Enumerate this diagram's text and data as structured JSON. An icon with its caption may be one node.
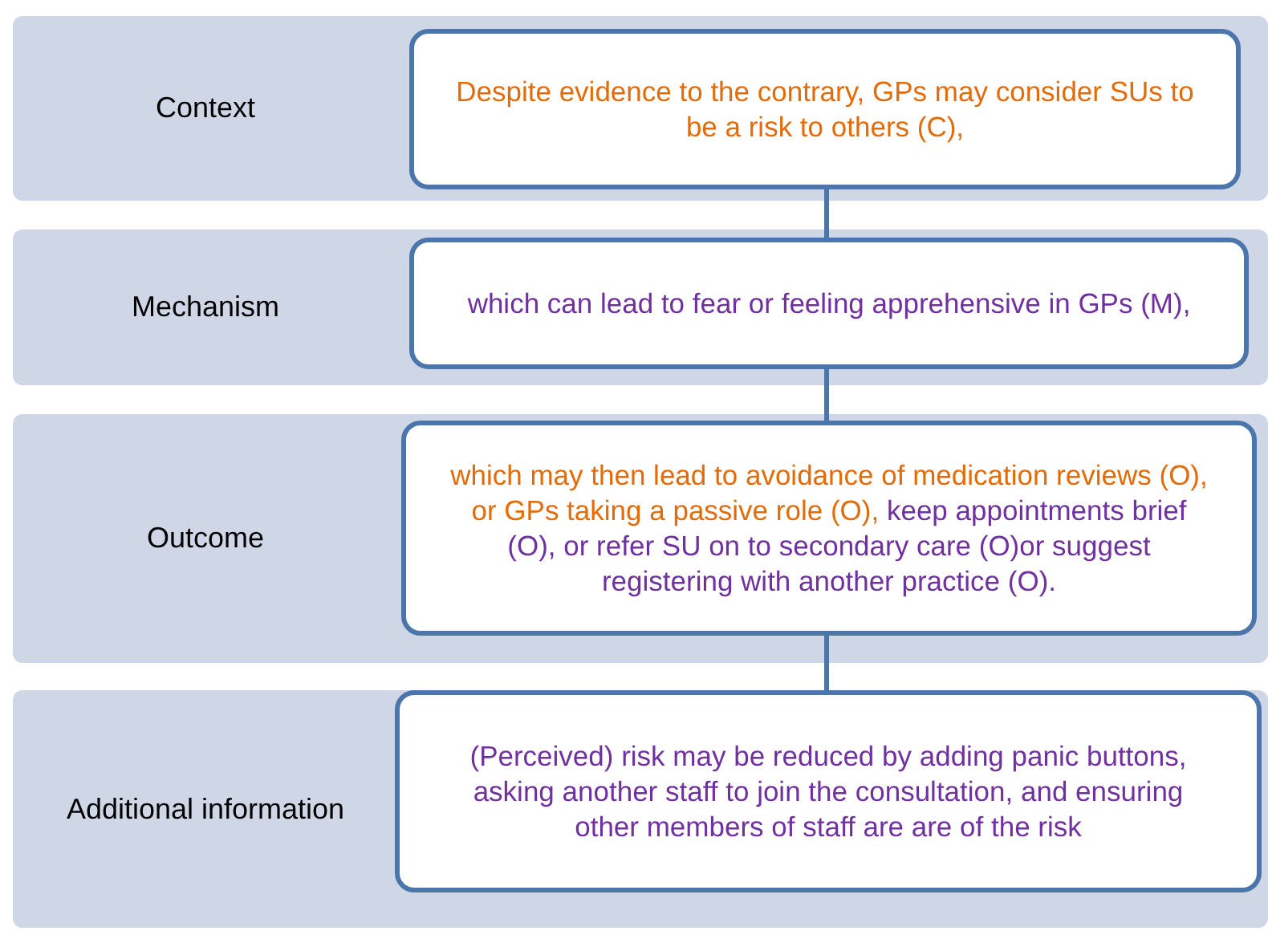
{
  "diagram": {
    "nodes": [
      {
        "text": [
          "Context"
        ]
      },
      {
        "text": [
          "Despite evidence to the contrary, GPs may consider SUs to be a risk to others (C),"
        ],
        "in": 0
      },
      {
        "text": [
          "Mechanism"
        ]
      },
      {
        "text": [
          "which can lead to fear or feeling apprehensive in GPs (M),"
        ],
        "in": 2
      },
      {
        "text": [
          "Outcome"
        ]
      },
      {
        "text": [
          "which may then lead to avoidance of medication reviews (O), or GPs taking a passive role (O),",
          "keep appointments brief (O), or refer SU on to secondary care (O)or suggest registering with another practice (O)."
        ],
        "in": 4
      },
      {
        "text": [
          "Additional information"
        ]
      },
      {
        "text": [
          "(Perceived) risk may be reduced by adding panic buttons, asking another staff to join the consultation, and ensuring other members of staff are are of the risk"
        ],
        "in": 6
      }
    ],
    "edges": [
      {
        "from": 1,
        "to": 3,
        "arrow": "none"
      },
      {
        "from": 3,
        "to": 5,
        "arrow": "none"
      },
      {
        "from": 5,
        "to": 7,
        "arrow": "none"
      }
    ]
  }
}
